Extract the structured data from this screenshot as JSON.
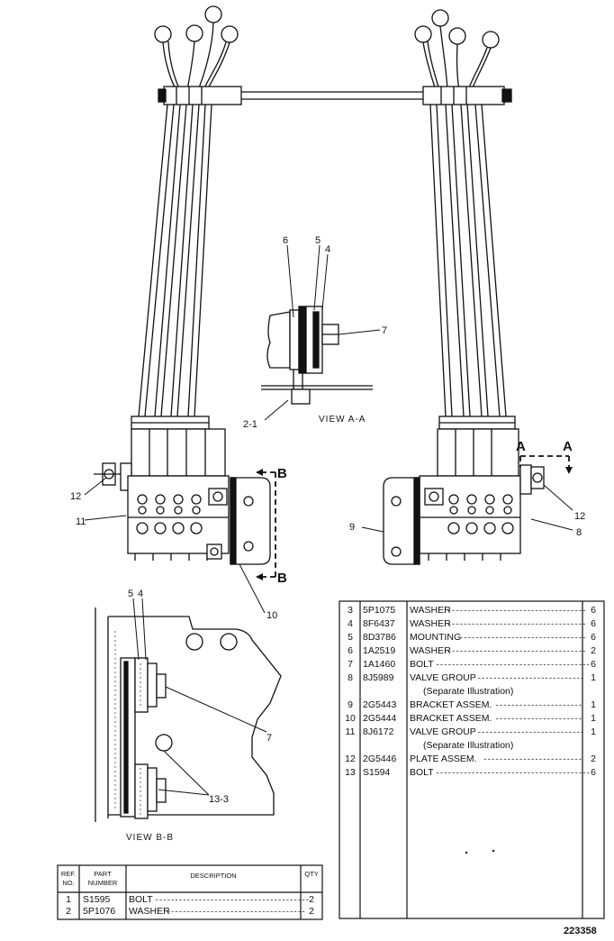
{
  "callouts": {
    "c6": "6",
    "c5": "5",
    "c4": "4",
    "c7": "7",
    "c21": "2-1",
    "c12l": "12",
    "c11": "11",
    "c10": "10",
    "c9": "9",
    "c12r": "12",
    "c8": "8",
    "cb5": "5",
    "cb4": "4",
    "cb7": "7",
    "c133": "13-3"
  },
  "section_markers": {
    "b_top": "B",
    "b_bot": "B",
    "a_left": "A",
    "a_right": "A"
  },
  "views": {
    "view_a": "VIEW A-A",
    "view_b": "VIEW B-B"
  },
  "drawing_number": "223358",
  "parts_table_right": [
    {
      "ref": "3",
      "part": "5P1075",
      "desc": "WASHER",
      "qty": "6",
      "note": ""
    },
    {
      "ref": "4",
      "part": "8F6437",
      "desc": "WASHER",
      "qty": "6",
      "note": ""
    },
    {
      "ref": "5",
      "part": "8D3786",
      "desc": "MOUNTING",
      "qty": "6",
      "note": ""
    },
    {
      "ref": "6",
      "part": "1A2519",
      "desc": "WASHER",
      "qty": "2",
      "note": ""
    },
    {
      "ref": "7",
      "part": "1A1460",
      "desc": "BOLT",
      "qty": "6",
      "note": ""
    },
    {
      "ref": "8",
      "part": "8J5989",
      "desc": "VALVE GROUP",
      "qty": "1",
      "note": "(Separate Illustration)"
    },
    {
      "ref": "9",
      "part": "2G5443",
      "desc": "BRACKET ASSEM.",
      "qty": "1",
      "note": ""
    },
    {
      "ref": "10",
      "part": "2G5444",
      "desc": "BRACKET ASSEM.",
      "qty": "1",
      "note": ""
    },
    {
      "ref": "11",
      "part": "8J6172",
      "desc": "VALVE GROUP",
      "qty": "1",
      "note": "(Separate Illustration)"
    },
    {
      "ref": "12",
      "part": "2G5446",
      "desc": "PLATE ASSEM.",
      "qty": "2",
      "note": ""
    },
    {
      "ref": "13",
      "part": "S1594",
      "desc": "BOLT",
      "qty": "6",
      "note": ""
    }
  ],
  "parts_table_left": {
    "headers": {
      "ref_1": "REF.",
      "ref_2": "NO.",
      "part_1": "PART",
      "part_2": "NUMBER",
      "desc": "DESCRIPTION",
      "qty": "QTY"
    },
    "rows": [
      {
        "ref": "1",
        "part": "S1595",
        "desc": "BOLT",
        "qty": "2"
      },
      {
        "ref": "2",
        "part": "5P1076",
        "desc": "WASHER",
        "qty": "2"
      }
    ]
  },
  "colors": {
    "ink": "#111111",
    "paper": "#ffffff"
  }
}
